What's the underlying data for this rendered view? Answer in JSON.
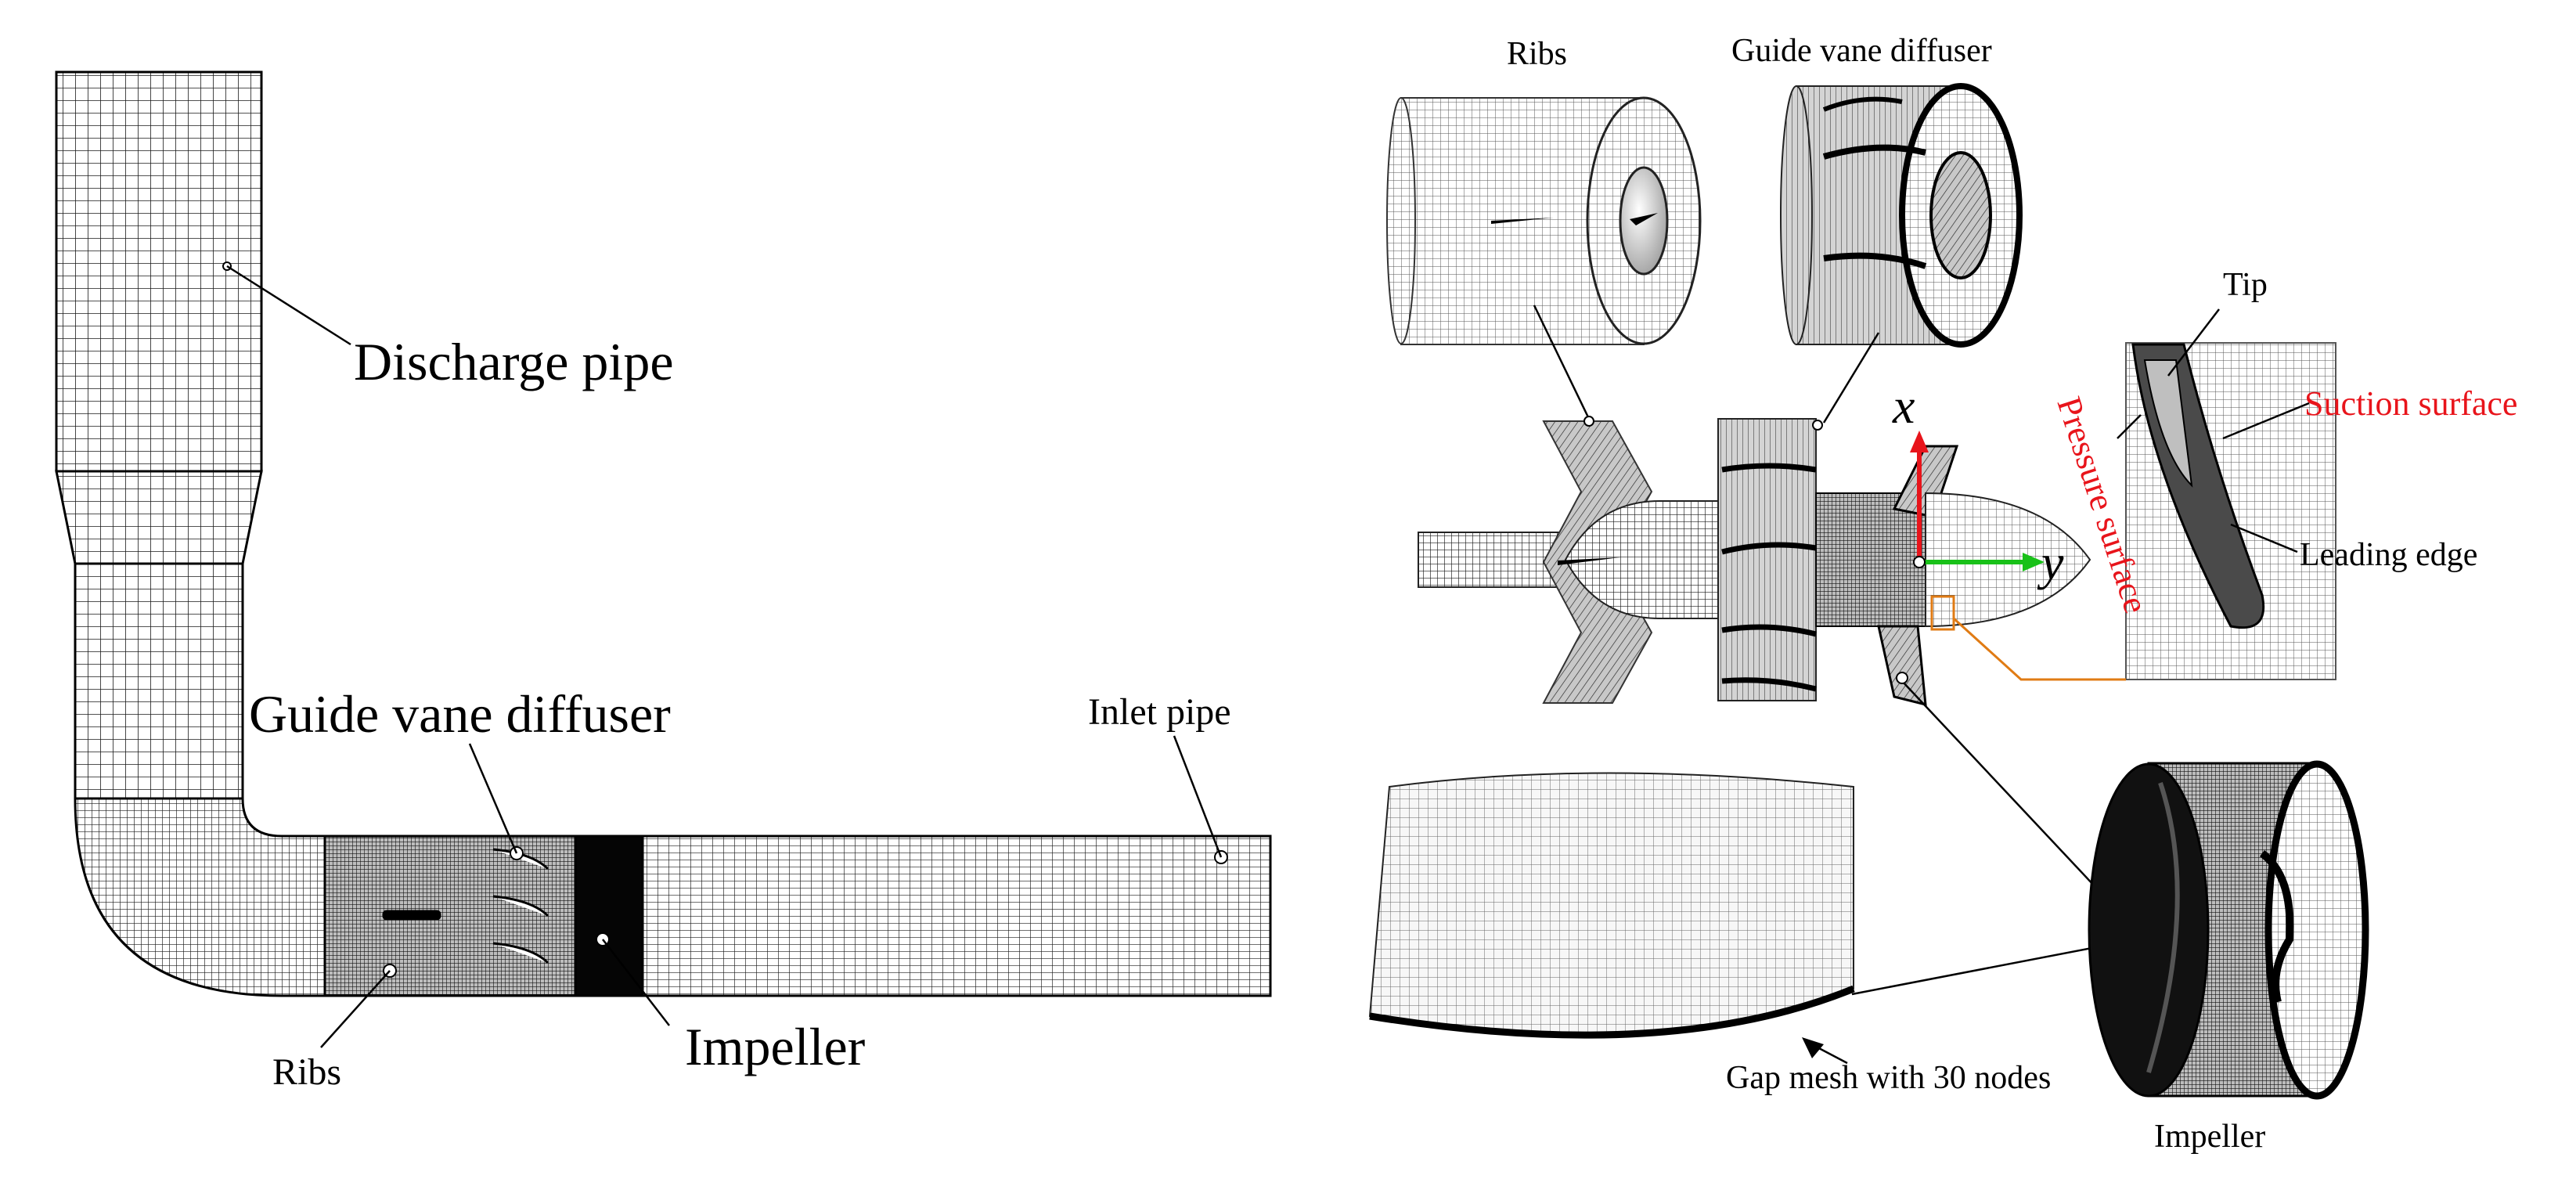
{
  "left_panel": {
    "labels": {
      "discharge_pipe": "Discharge pipe",
      "guide_vane_diffuser": "Guide vane diffuser",
      "inlet_pipe": "Inlet pipe",
      "ribs": "Ribs",
      "impeller": "Impeller"
    }
  },
  "right_panel": {
    "labels": {
      "ribs": "Ribs",
      "guide_vane_diffuser": "Guide vane diffuser",
      "tip": "Tip",
      "suction_surface": "Suction surface",
      "pressure_surface": "Pressure surface",
      "leading_edge": "Leading edge",
      "gap_mesh": "Gap mesh with 30 nodes",
      "impeller": "Impeller",
      "axis_x": "x",
      "axis_y": "y"
    }
  },
  "colors": {
    "mesh_line": "#1a1a1a",
    "dense_mesh": "#0a0a0a",
    "red_label": "#e8141b",
    "axis_x_arrow": "#e8141b",
    "axis_y_arrow": "#19c119",
    "callout_line": "#e07b14"
  }
}
